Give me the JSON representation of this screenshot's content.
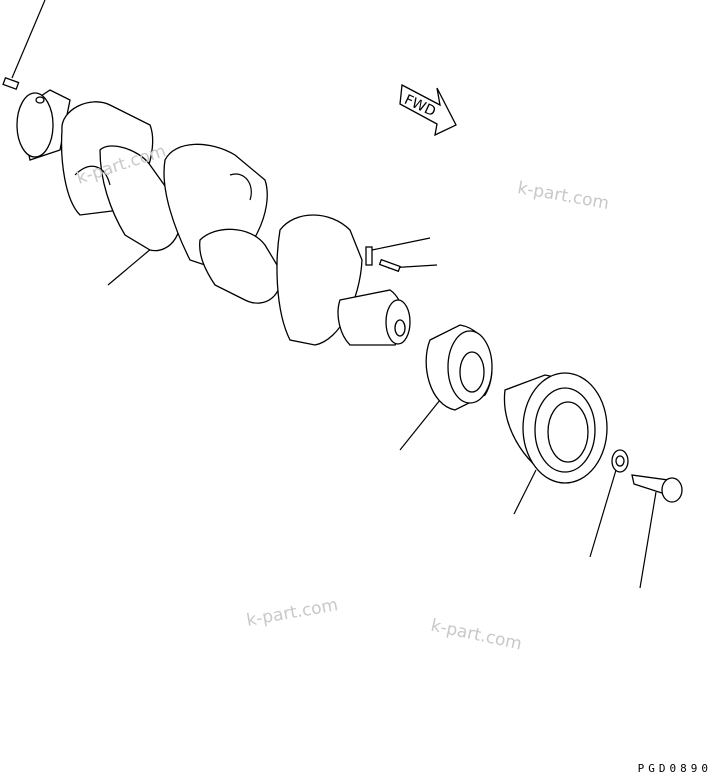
{
  "diagram": {
    "direction_label": "FWD",
    "drawing_code": "PGD0890",
    "watermarks": [
      "k-part.com",
      "k-part.com",
      "k-part.com",
      "k-part.com"
    ],
    "parts": [
      "dowel-pin",
      "crankshaft",
      "pin",
      "key",
      "crankshaft-gear",
      "pulley",
      "washer",
      "bolt"
    ]
  }
}
